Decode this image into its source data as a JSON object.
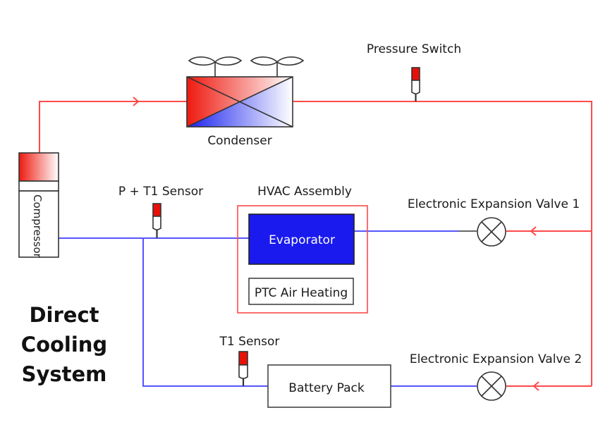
{
  "title": {
    "lines": [
      "Direct",
      "Cooling",
      "System"
    ]
  },
  "components": {
    "compressor": {
      "label": "Compressor"
    },
    "condenser": {
      "label": "Condenser"
    },
    "pressure_switch": {
      "label": "Pressure Switch"
    },
    "p_t1_sensor": {
      "label": "P + T1 Sensor"
    },
    "hvac_assembly": {
      "label": "HVAC Assembly"
    },
    "evaporator": {
      "label": "Evaporator"
    },
    "ptc_heater": {
      "label": "PTC Air Heating"
    },
    "eev1": {
      "label": "Electronic Expansion Valve 1"
    },
    "eev2": {
      "label": "Electronic Expansion Valve 2"
    },
    "t1_sensor": {
      "label": "T1 Sensor"
    },
    "battery_pack": {
      "label": "Battery Pack"
    }
  },
  "colors": {
    "hot_line": "#ff4a4a",
    "cold_line": "#5555ff",
    "evaporator_fill": "#1a1aee",
    "sensor_red": "#e8110a",
    "hvac_border": "#ff4a4a"
  }
}
